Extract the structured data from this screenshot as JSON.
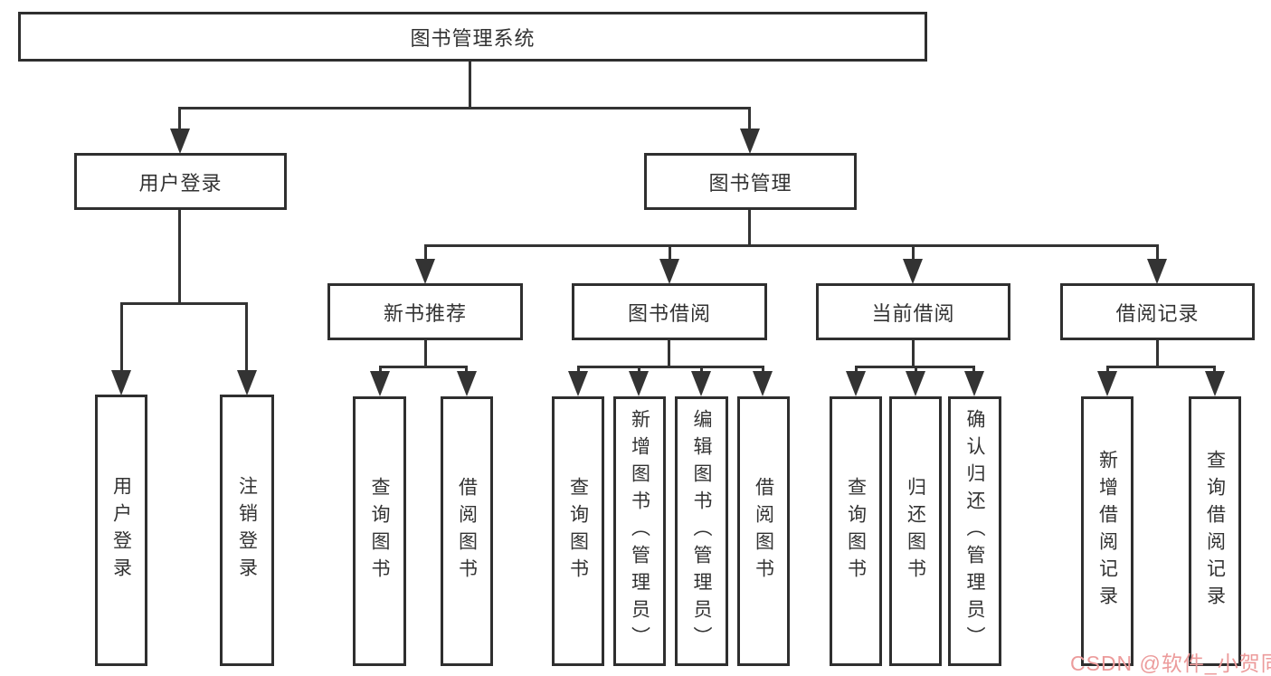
{
  "colors": {
    "line": "#333333",
    "border": "#2f2f2f",
    "text": "#333333",
    "background": "#ffffff",
    "watermark": "#ec9b9b"
  },
  "tree": {
    "root": {
      "label": "图书管理系统"
    },
    "branches": [
      {
        "label": "用户登录",
        "children": [
          {
            "label": "用户登录"
          },
          {
            "label": "注销登录"
          }
        ]
      },
      {
        "label": "图书管理",
        "children": [
          {
            "label": "新书推荐",
            "children": [
              {
                "label": "查询图书"
              },
              {
                "label": "借阅图书"
              }
            ]
          },
          {
            "label": "图书借阅",
            "children": [
              {
                "label": "查询图书"
              },
              {
                "label": "新增图书（管理员）"
              },
              {
                "label": "编辑图书（管理员）"
              },
              {
                "label": "借阅图书"
              }
            ]
          },
          {
            "label": "当前借阅",
            "children": [
              {
                "label": "查询图书"
              },
              {
                "label": "归还图书"
              },
              {
                "label": "确认归还（管理员）"
              }
            ]
          },
          {
            "label": "借阅记录",
            "children": [
              {
                "label": "新增借阅记录"
              },
              {
                "label": "查询借阅记录"
              }
            ]
          }
        ]
      }
    ]
  },
  "watermark": {
    "text": "CSDN @软件_小贺同学"
  }
}
